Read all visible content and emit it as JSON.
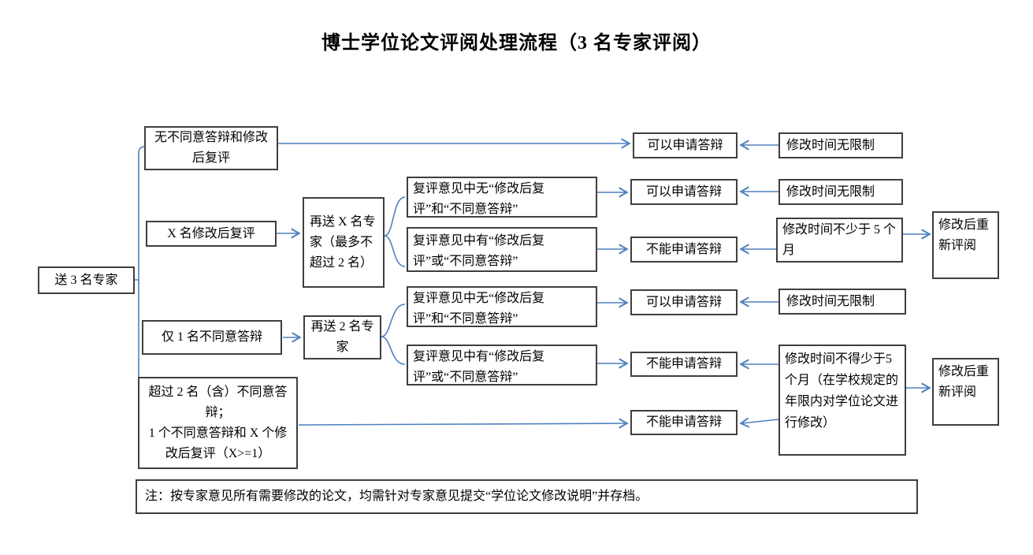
{
  "title": "博士学位论文评阅处理流程（3 名专家评阅）",
  "flow": {
    "send": "送 3 名专家",
    "branch_none": "无不同意答辩和修改后复评",
    "branch_x_revise": "X 名修改后复评",
    "branch_one_disagree": "仅 1 名不同意答辩",
    "branch_many_line1": "超过 2 名（含）不同意答辩；",
    "branch_many_line2": "1 个不同意答辩和 X 个修改后复评（X>=1）",
    "resend_x": "再送 X 名专家（最多不超过 2 名）",
    "resend_two": "再送 2 名专家",
    "recheck_without_a": "复评意见中无“修改后复评”和“不同意答辩”",
    "recheck_with_a": "复评意见中有“修改后复评”或“不同意答辩”",
    "recheck_without_b": "复评意见中无“修改后复评”和“不同意答辩”",
    "recheck_with_b": "复评意见中有“修改后复评”或“不同意答辩”",
    "can_defend_a": "可以申请答辩",
    "can_defend_b": "可以申请答辩",
    "can_defend_c": "可以申请答辩",
    "cannot_defend_a": "不能申请答辩",
    "cannot_defend_b": "不能申请答辩",
    "cannot_defend_c": "不能申请答辩",
    "no_limit_a": "修改时间无限制",
    "no_limit_b": "修改时间无限制",
    "no_limit_c": "修改时间无限制",
    "min_5_months": "修改时间不少于 5 个月",
    "min_5_months_detail": "修改时间不得少于5个月（在学校规定的年限内对学位论文进行修改）",
    "rereview_a": "修改后重新评阅",
    "rereview_b": "修改后重新评阅"
  },
  "note": "注：按专家意见所有需要修改的论文，均需针对专家意见提交“学位论文修改说明”并存档。",
  "colors": {
    "connector": "#4F81BD",
    "box_border": "#3F3F3F",
    "text": "#000000",
    "background": "#FFFFFF"
  }
}
